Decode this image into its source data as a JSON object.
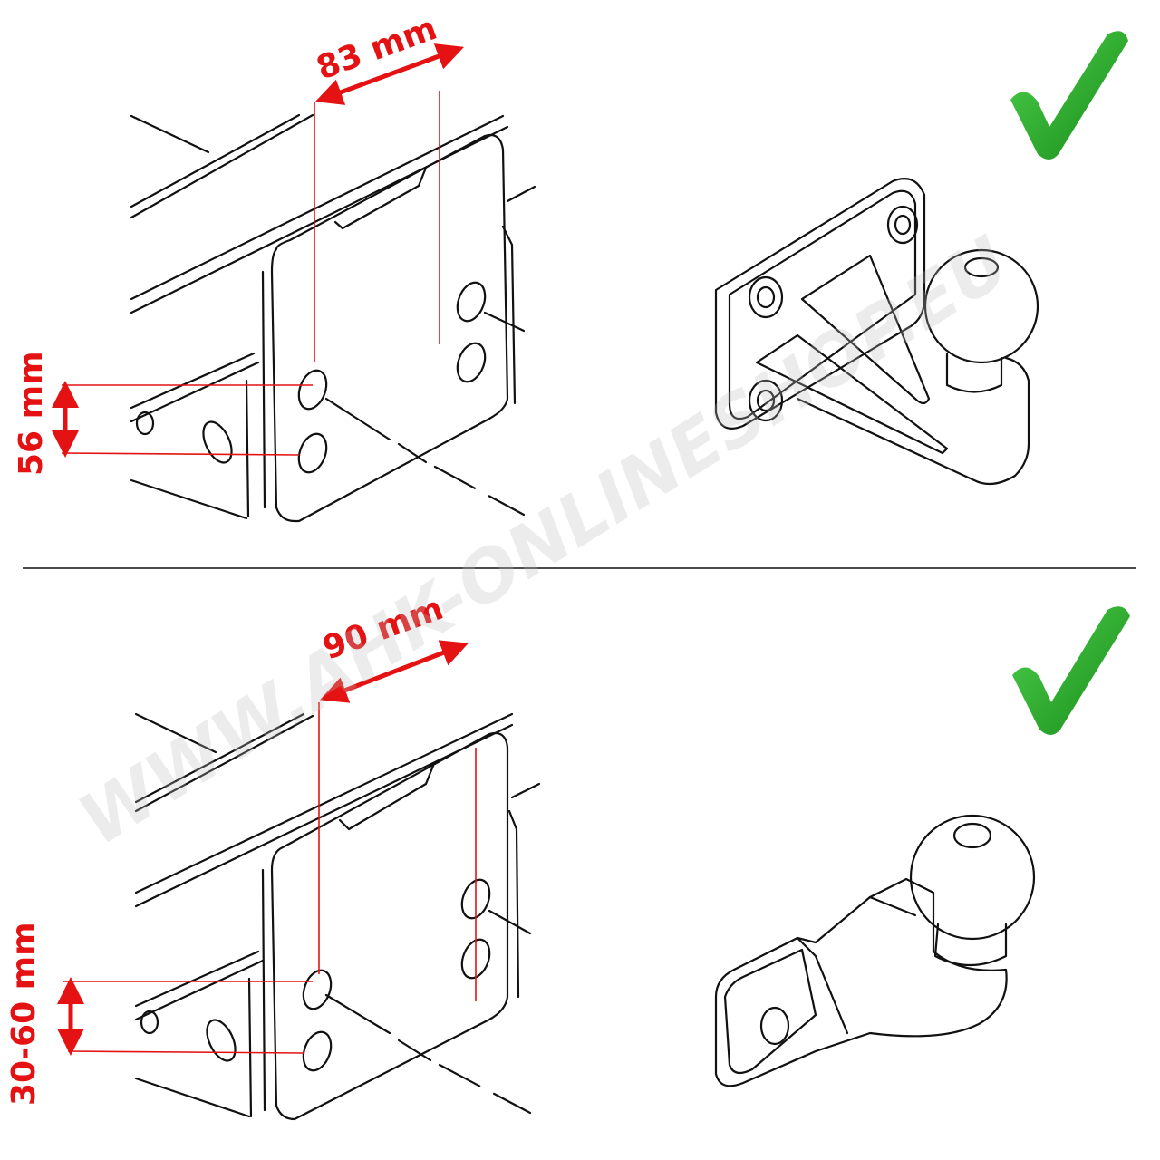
{
  "watermark": "WWW.AHK-ONLINESHOP.EU",
  "panels": [
    {
      "width_label": "83 mm",
      "height_label": "56 mm",
      "status_icon": "green-checkmark-icon",
      "towbar_type": "flange-ball"
    },
    {
      "width_label": "90 mm",
      "height_label": "30-60 mm",
      "status_icon": "green-checkmark-icon",
      "towbar_type": "fixed-ball"
    }
  ],
  "colors": {
    "dimension": "#e41212",
    "check": "#22a822",
    "line": "#111111"
  }
}
